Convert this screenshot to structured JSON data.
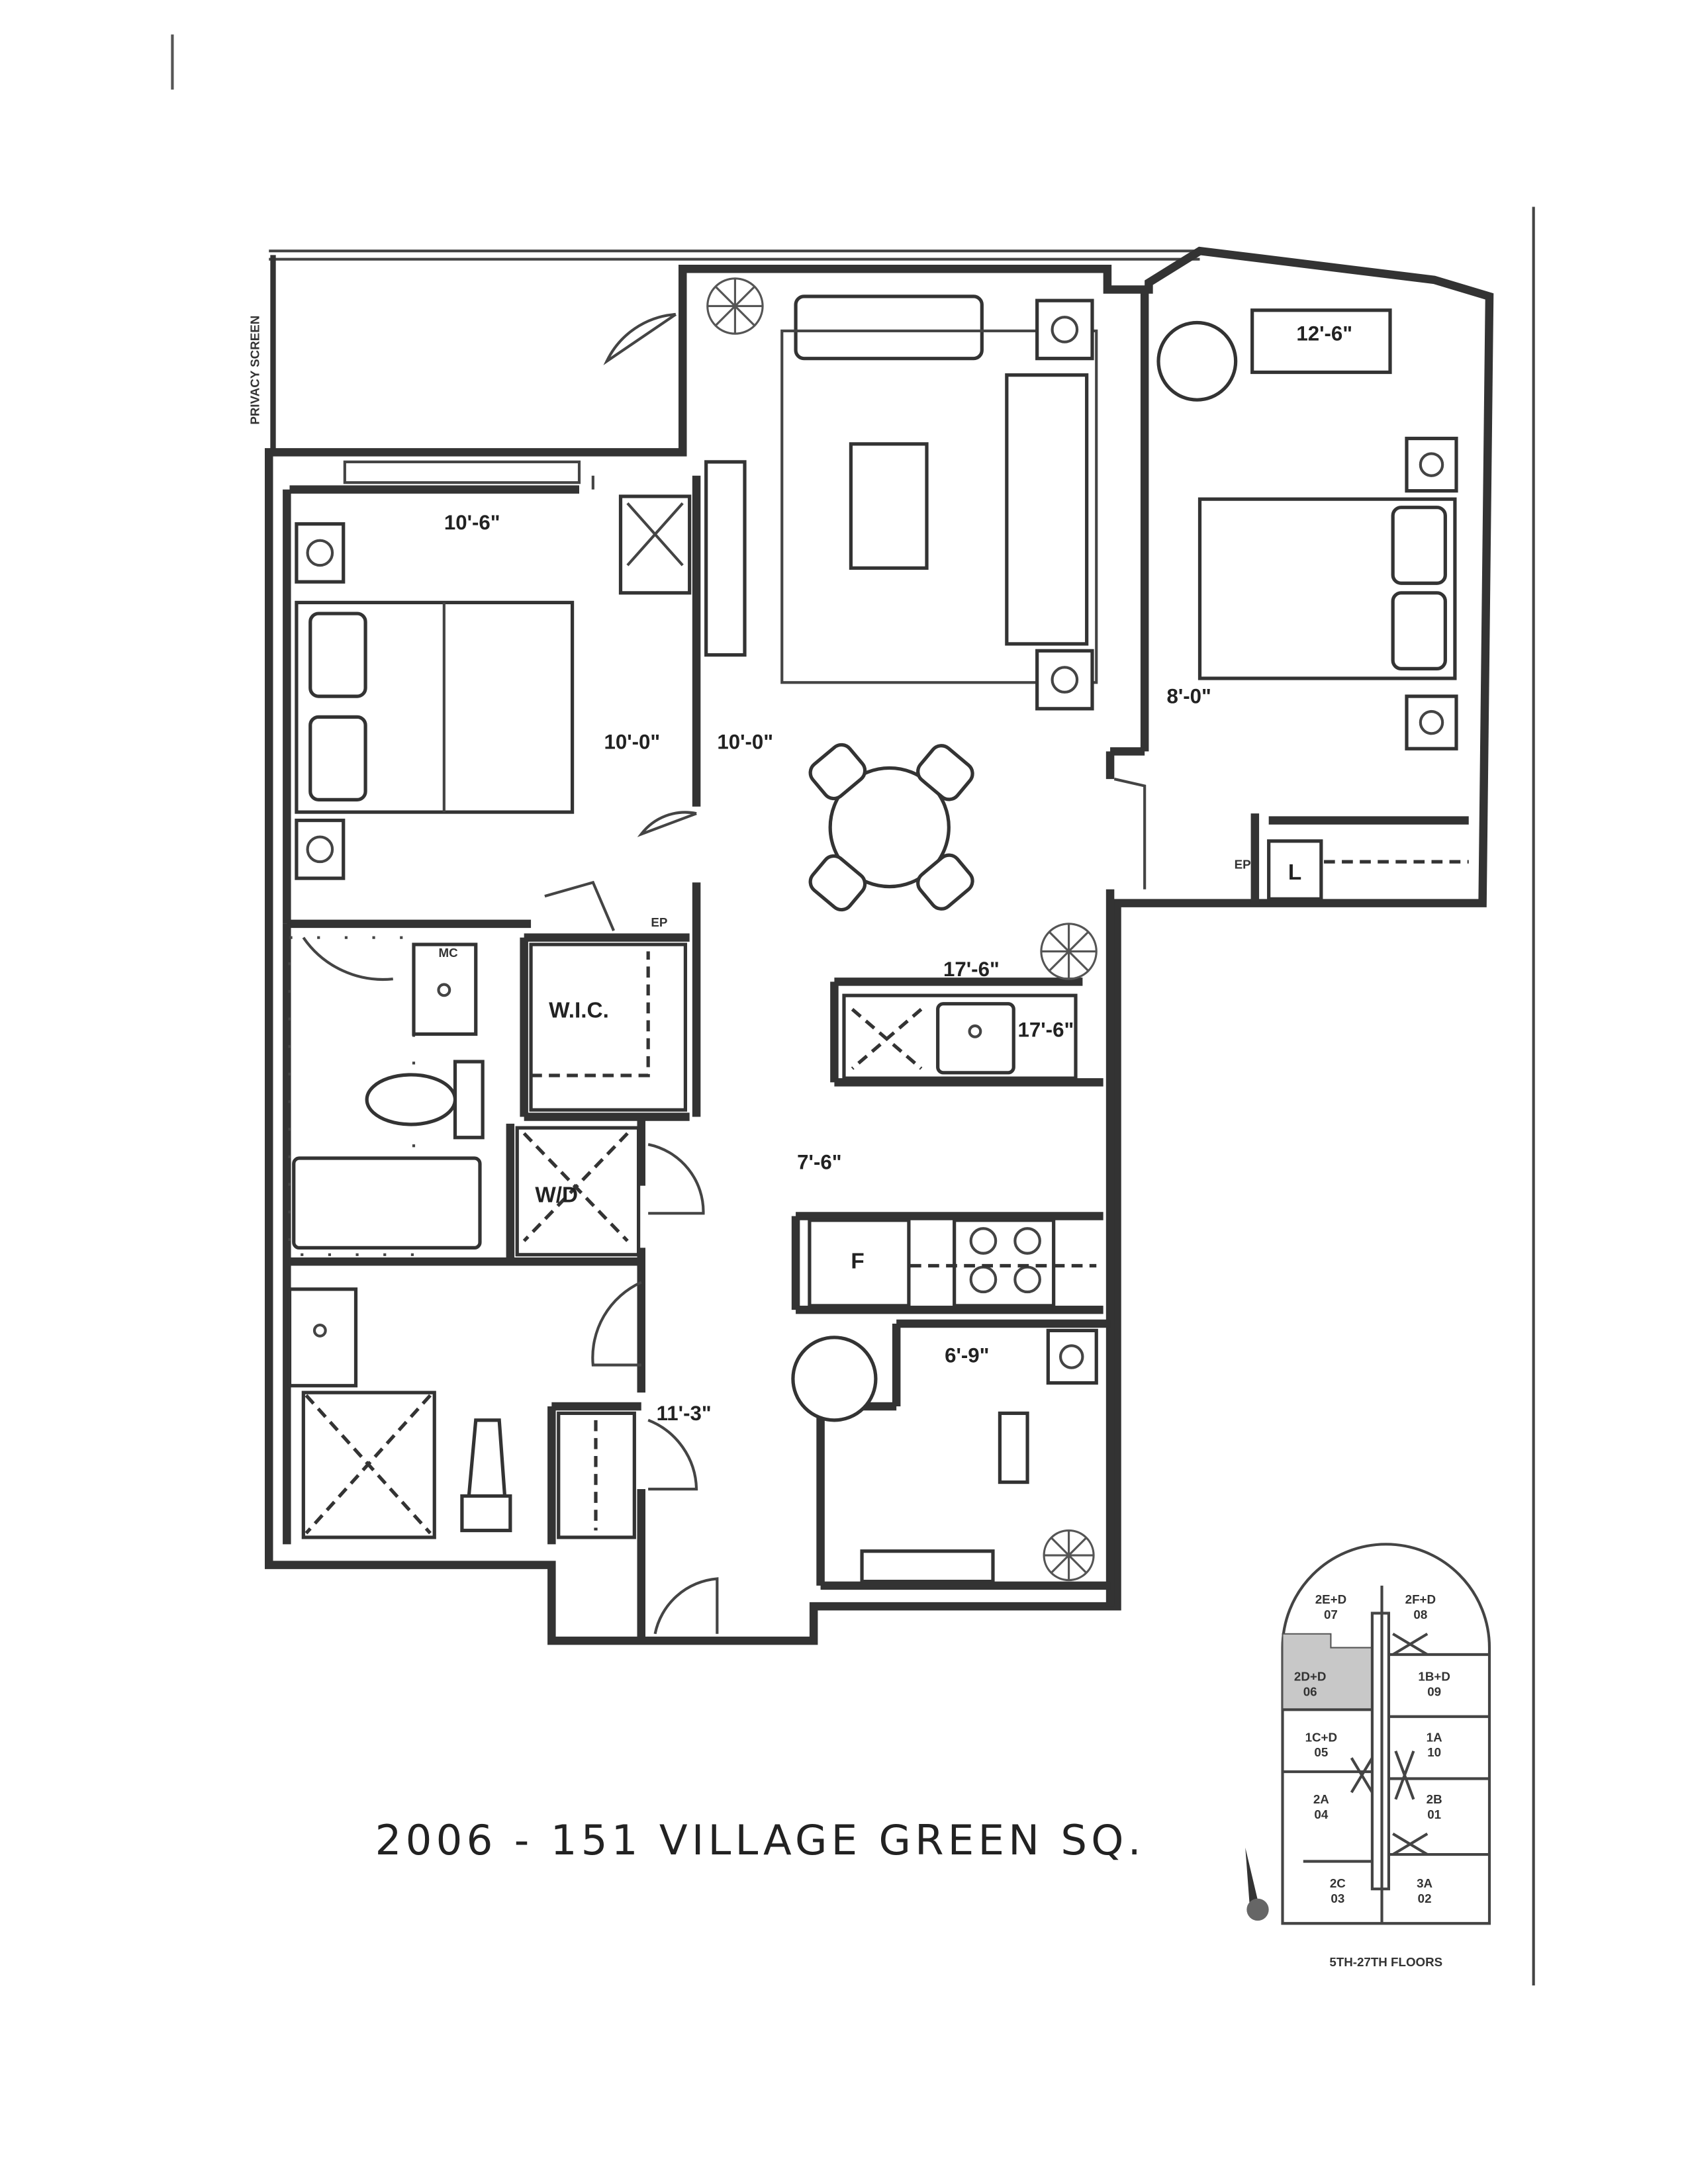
{
  "plan": {
    "privacy_screen": "PRIVACY SCREEN",
    "dimensions": {
      "bedroom_left_width": "10'-6\"",
      "bedroom_left_depth": "10'-0\"",
      "living_width": "10'-0\"",
      "bedroom_right_width": "12'-6\"",
      "bedroom_right_depth": "8'-0\"",
      "kitchen_length": "17'-6\"",
      "kitchen_length_2": "17'-6\"",
      "kitchen_width": "7'-6\"",
      "den_width": "6'-9\"",
      "den_depth": "11'-3\""
    },
    "labels": {
      "wic": "W.I.C.",
      "wd": "W/D",
      "mc": "MC",
      "ep_left": "EP",
      "ep_right": "EP",
      "linen": "L",
      "fridge": "F"
    }
  },
  "handwritten_address": "2006 - 151 VILLAGE GREEN SQ.",
  "key_plan": {
    "units": [
      {
        "type": "2E+D",
        "num": "07"
      },
      {
        "type": "2F+D",
        "num": "08"
      },
      {
        "type": "2D+D",
        "num": "06"
      },
      {
        "type": "1B+D",
        "num": "09"
      },
      {
        "type": "1C+D",
        "num": "05"
      },
      {
        "type": "1A",
        "num": "10"
      },
      {
        "type": "2A",
        "num": "04"
      },
      {
        "type": "2B",
        "num": "01"
      },
      {
        "type": "2C",
        "num": "03"
      },
      {
        "type": "3A",
        "num": "02"
      }
    ],
    "highlighted_unit": "2D+D",
    "floors_label": "5TH-27TH FLOORS",
    "highlight_color": "#c8c8c8"
  }
}
